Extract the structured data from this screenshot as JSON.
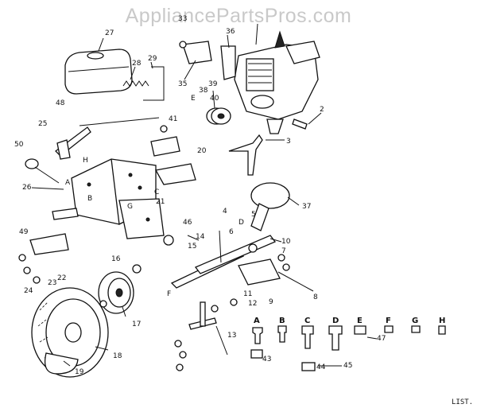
{
  "watermark": "AppliancePartsPros.com",
  "footer_text": "LIST.",
  "callouts": [
    "2",
    "3",
    "4",
    "5",
    "6",
    "7",
    "8",
    "9",
    "10",
    "11",
    "12",
    "13",
    "14",
    "15",
    "16",
    "17",
    "18",
    "19",
    "20",
    "21",
    "22",
    "23",
    "24",
    "25",
    "26",
    "27",
    "28",
    "29",
    "33",
    "35",
    "36",
    "37",
    "38",
    "39",
    "40",
    "41",
    "43",
    "44",
    "45",
    "46",
    "47",
    "48",
    "49",
    "50"
  ],
  "letter_callouts": [
    "A",
    "B",
    "C",
    "D",
    "E",
    "F",
    "G",
    "H"
  ],
  "fastener_letters": [
    "A",
    "B",
    "C",
    "D",
    "E",
    "F",
    "G",
    "H"
  ]
}
